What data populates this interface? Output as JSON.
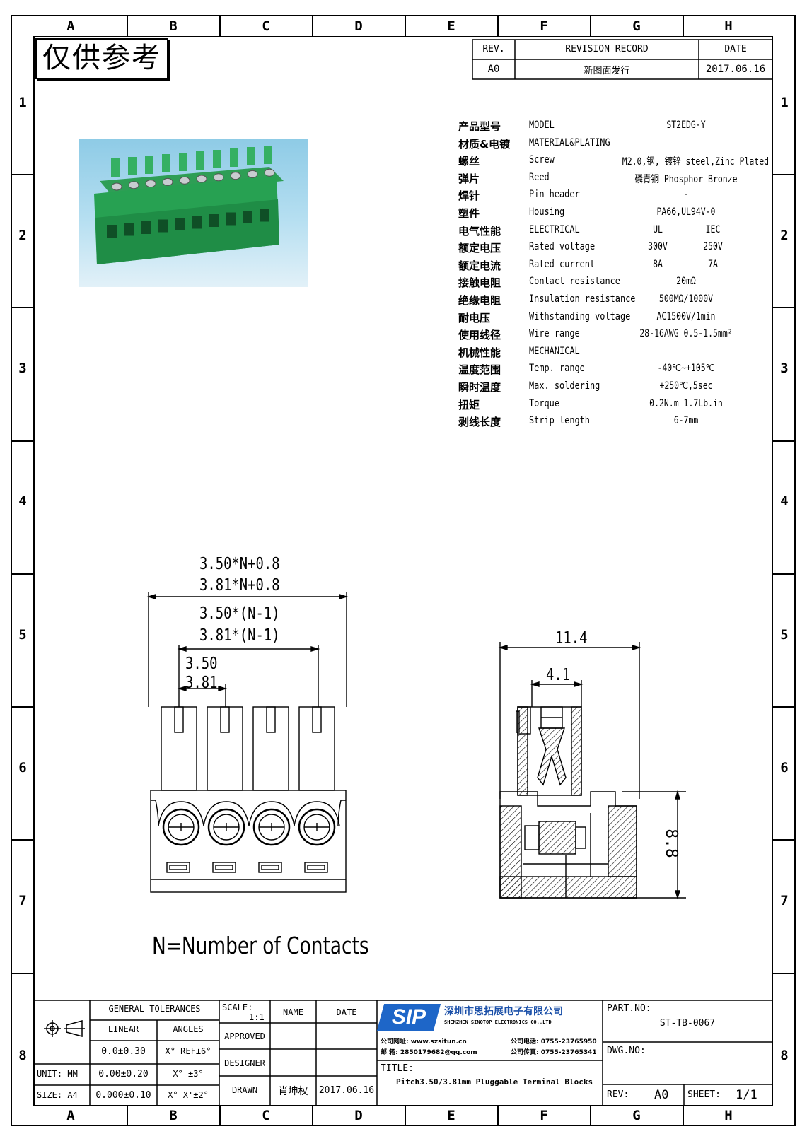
{
  "frame": {
    "col_letters": [
      "A",
      "B",
      "C",
      "D",
      "E",
      "F",
      "G",
      "H"
    ],
    "row_numbers": [
      "1",
      "2",
      "3",
      "4",
      "5",
      "6",
      "7",
      "8"
    ]
  },
  "stamp": "仅供参考",
  "revision": {
    "header_rev": "REV.",
    "header_record": "REVISION RECORD",
    "header_date": "DATE",
    "rev": "A0",
    "record": "新图面发行",
    "date": "2017.06.16"
  },
  "specs": [
    {
      "cn": "产品型号",
      "en": "MODEL",
      "v1": "ST2EDG-Y",
      "v2": ""
    },
    {
      "cn": "材质&电镀",
      "en": "MATERIAL&PLATING",
      "v1": "",
      "v2": ""
    },
    {
      "cn": "螺丝",
      "en": "Screw",
      "v1": "M2.0,钢, 镀锌 steel,Zinc Plated",
      "v2": ""
    },
    {
      "cn": "弹片",
      "en": "Reed",
      "v1": "磷青铜 Phosphor Bronze",
      "v2": ""
    },
    {
      "cn": "焊针",
      "en": "Pin header",
      "v1": "-",
      "v2": ""
    },
    {
      "cn": "塑件",
      "en": "Housing",
      "v1": "PA66,UL94V-0",
      "v2": ""
    },
    {
      "cn": "电气性能",
      "en": "ELECTRICAL",
      "v1": "UL",
      "v2": "IEC"
    },
    {
      "cn": "额定电压",
      "en": "Rated voltage",
      "v1": "300V",
      "v2": "250V"
    },
    {
      "cn": "额定电流",
      "en": "Rated current",
      "v1": "8A",
      "v2": "7A"
    },
    {
      "cn": "接触电阻",
      "en": "Contact resistance",
      "v1": "20mΩ",
      "v2": ""
    },
    {
      "cn": "绝缘电阻",
      "en": "Insulation resistance",
      "v1": "500MΩ/1000V",
      "v2": ""
    },
    {
      "cn": "耐电压",
      "en": "Withstanding voltage",
      "v1": "AC1500V/1min",
      "v2": ""
    },
    {
      "cn": "使用线径",
      "en": "Wire range",
      "v1": "28-16AWG 0.5-1.5mm²",
      "v2": ""
    },
    {
      "cn": "机械性能",
      "en": "MECHANICAL",
      "v1": "",
      "v2": ""
    },
    {
      "cn": "温度范围",
      "en": "Temp. range",
      "v1": "-40℃~+105℃",
      "v2": ""
    },
    {
      "cn": "瞬时温度",
      "en": "Max. soldering",
      "v1": "+250℃,5sec",
      "v2": ""
    },
    {
      "cn": "扭矩",
      "en": "Torque",
      "v1": "0.2N.m  1.7Lb.in",
      "v2": ""
    },
    {
      "cn": "剥线长度",
      "en": "Strip length",
      "v1": "6-7mm",
      "v2": ""
    }
  ],
  "dims": {
    "total_a": "3.50*N+0.8",
    "total_b": "3.81*N+0.8",
    "span_a": "3.50*(N-1)",
    "span_b": "3.81*(N-1)",
    "pitch_a": "3.50",
    "pitch_b": "3.81",
    "side_width": "11.4",
    "side_inner": "4.1",
    "side_height": "8.8"
  },
  "note": "N=Number of Contacts",
  "title_block": {
    "general_tolerances": "GENERAL TOLERANCES",
    "linear": "LINEAR",
    "angles": "ANGLES",
    "tol_rows": [
      {
        "lin": "0.0±0.30",
        "ang": "X° REF±6°"
      },
      {
        "lin": "0.00±0.20",
        "ang": "X° ±3°"
      },
      {
        "lin": "0.000±0.10",
        "ang": "X° X'±2°"
      }
    ],
    "unit": "UNIT: MM",
    "size": "SIZE: A4",
    "scale_label": "SCALE:",
    "scale_value": "1:1",
    "name_header": "NAME",
    "date_header": "DATE",
    "approved": "APPROVED",
    "designer": "DESIGNER",
    "drawn": "DRAWN",
    "drawn_name": "肖坤权",
    "drawn_date": "2017.06.16",
    "logo": "SIP",
    "company_cn": "深圳市思拓展电子有限公司",
    "company_en": "SHENZHEN SINOTOP ELECTRONICS CO.,LTD",
    "contact_1a": "公司网址: www.szsitun.cn",
    "contact_1b": "公司电话: 0755-23765950",
    "contact_2a": "邮    箱: 2850179682@qq.com",
    "contact_2b": "公司传真: 0755-23765341",
    "title_label": "TITLE:",
    "title_value": "Pitch3.50/3.81mm Pluggable Terminal Blocks",
    "part_no_label": "PART.NO:",
    "part_no_value": "ST-TB-0067",
    "dwg_no_label": "DWG.NO:",
    "rev_label": "REV:",
    "rev_value": "A0",
    "sheet_label": "SHEET:",
    "sheet_value": "1/1"
  }
}
